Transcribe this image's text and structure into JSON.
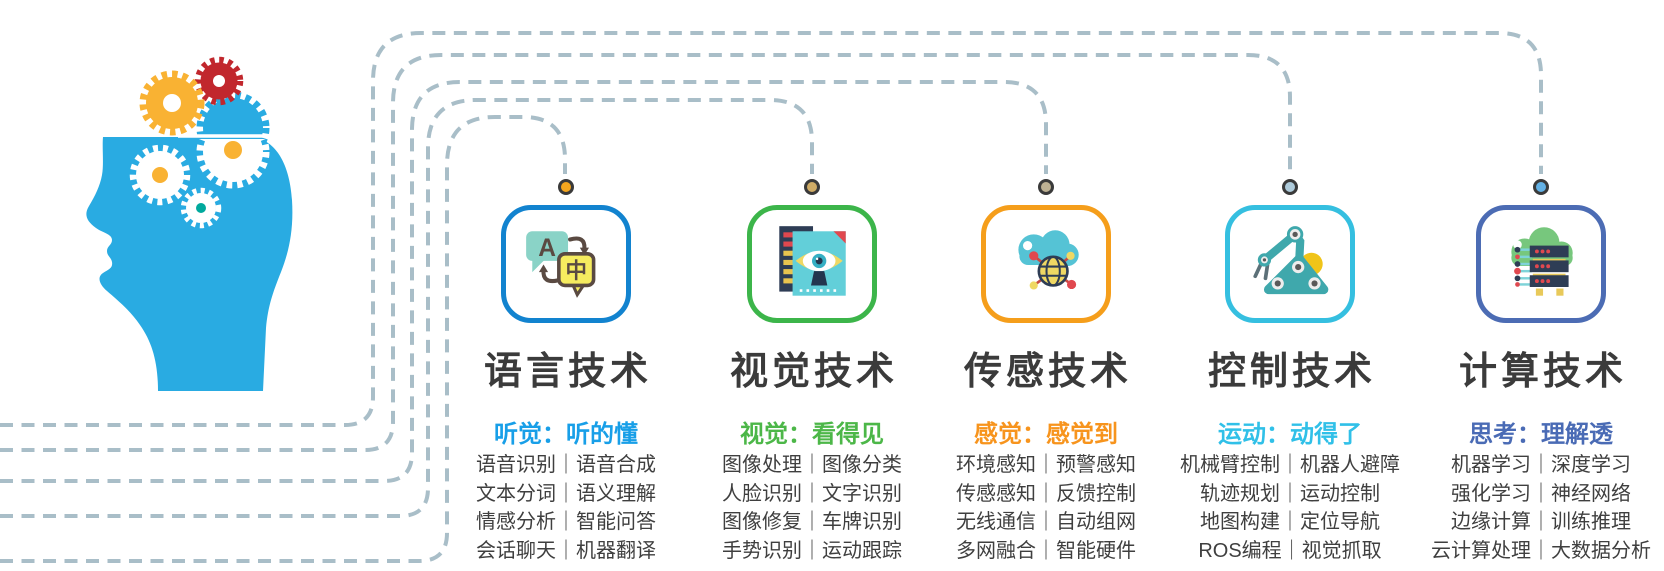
{
  "page": {
    "background_color": "#FFFFFF"
  },
  "illustration": {
    "name": "head-with-gears",
    "head_color": "#29ABE2",
    "gear_colors": {
      "yellow": "#F9B233",
      "red": "#C1272D",
      "blue": "#29ABE2",
      "white": "#FFFFFF",
      "yellow_hub": "#F9B233",
      "teal_hub": "#00A99D"
    }
  },
  "connectors": {
    "line_color": "#A9BEC8",
    "dot_border_color": "#3A3A3A"
  },
  "columns": [
    {
      "id": "language",
      "icon": "translate-icon",
      "accent_color": "#1283CF",
      "subtitle_color": "#189FE8",
      "dot_color": "#F5A61E",
      "title": "语言技术",
      "subtitle": "听觉：听的懂",
      "rows": [
        "语音识别｜语音合成",
        "文本分词｜语义理解",
        "情感分析｜智能问答",
        "会话聊天｜机器翻译"
      ]
    },
    {
      "id": "vision",
      "icon": "vision-icon",
      "accent_color": "#3CB54A",
      "subtitle_color": "#4CB748",
      "dot_color": "#D0AC66",
      "title": "视觉技术",
      "subtitle": "视觉：看得见",
      "rows": [
        "图像处理｜图像分类",
        "人脸识别｜文字识别",
        "图像修复｜车牌识别",
        "手势识别｜运动跟踪"
      ]
    },
    {
      "id": "sensing",
      "icon": "cloud-network-icon",
      "accent_color": "#F59E1B",
      "subtitle_color": "#F7941D",
      "dot_color": "#BDB193",
      "title": "传感技术",
      "subtitle": "感觉：感觉到",
      "rows": [
        "环境感知｜预警感知",
        "传感感知｜反馈控制",
        "无线通信｜自动组网",
        "多网融合｜智能硬件"
      ]
    },
    {
      "id": "control",
      "icon": "robot-arm-icon",
      "accent_color": "#35BFE0",
      "subtitle_color": "#30C0E8",
      "dot_color": "#AECBDB",
      "title": "控制技术",
      "subtitle": "运动：动得了",
      "rows": [
        "机械臂控制｜机器人避障",
        "轨迹规划｜运动控制",
        "地图构建｜定位导航",
        "ROS编程｜视觉抓取"
      ]
    },
    {
      "id": "computing",
      "icon": "cloud-server-icon",
      "accent_color": "#4C6CB4",
      "subtitle_color": "#4A6BB5",
      "dot_color": "#63B1E5",
      "title": "计算技术",
      "subtitle": "思考：理解透",
      "rows": [
        "机器学习｜深度学习",
        "强化学习｜神经网络",
        "边缘计算｜训练推理",
        "云计算处理｜大数据分析"
      ]
    }
  ]
}
